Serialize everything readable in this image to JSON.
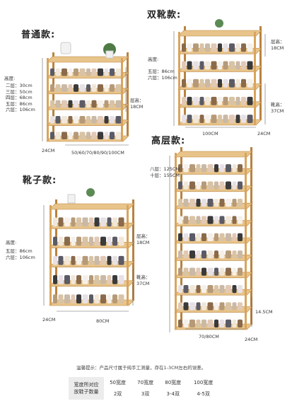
{
  "sections": {
    "normal": {
      "title": "普通款:",
      "height_label": "高度:",
      "heights": [
        "二层：30cm",
        "三层：50cm",
        "四层：68cm",
        "五层：86cm",
        "六层：106cm"
      ],
      "layer_height": "层高：\n18CM",
      "depth": "24CM",
      "widths": "50/60/70/80/90/100CM"
    },
    "double_boot": {
      "title": "双靴款:",
      "height_label": "高度:",
      "heights": [
        "五层：86cm",
        "六层：106cm"
      ],
      "layer_height": "层高：\n18CM",
      "boot_height": "靴高：\n37CM",
      "width": "100CM",
      "depth": "24CM"
    },
    "boot": {
      "title": "靴子款:",
      "height_label": "高度:",
      "heights": [
        "五层：86cm",
        "六层：106cm"
      ],
      "layer_height": "层高：\n18CM",
      "boot_height": "靴高：\n37CM",
      "width": "80CM",
      "depth": "24CM"
    },
    "tall": {
      "title": "高层款:",
      "heights": [
        "八层：125CM",
        "十层：155CM"
      ],
      "side": "14.5CM",
      "width": "70/80CM",
      "depth": "24CM"
    }
  },
  "notice": "温馨提示：产品尺寸属于纯手工测量，存在1-3CM左右的误差。",
  "capacity": {
    "label": "宽度所对应\n放鞋子数量",
    "widths": [
      "50宽度",
      "70宽度",
      "80宽度",
      "100宽度"
    ],
    "pairs": [
      "2双",
      "3双",
      "3-4双",
      "4-5双"
    ]
  },
  "colors": {
    "wood": "#d9a45c",
    "wood_dark": "#b98340",
    "shadow": "#e9e4dc"
  }
}
